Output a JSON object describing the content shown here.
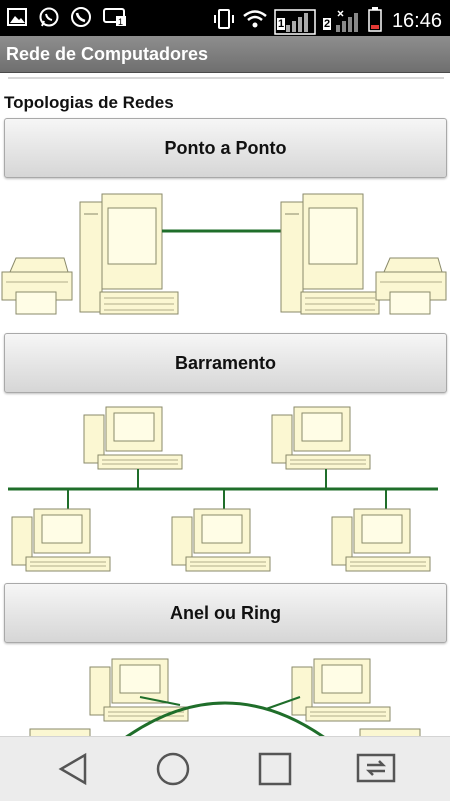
{
  "status_bar": {
    "time": "16:46",
    "sim1": "1",
    "sim2": "2",
    "icons": [
      "gallery-icon",
      "whatsapp-icon",
      "phone-icon",
      "message-icon",
      "vibrate-icon",
      "wifi-icon",
      "signal-sim1-icon",
      "signal-sim2-icon",
      "battery-icon"
    ]
  },
  "app": {
    "title": "Rede de Computadores"
  },
  "content": {
    "section_title": "Topologias de Redes",
    "topologies": [
      {
        "label": "Ponto a Ponto",
        "diagram": "point-to-point-diagram"
      },
      {
        "label": "Barramento",
        "diagram": "bus-diagram"
      },
      {
        "label": "Anel ou Ring",
        "diagram": "ring-diagram"
      }
    ]
  },
  "nav_bar": {
    "icons": [
      "back-icon",
      "home-icon",
      "recents-icon",
      "dual-window-icon"
    ]
  },
  "colors": {
    "status_bg": "#000000",
    "title_bg": "#7a7a7a",
    "computer_fill": "#fbf7d2",
    "computer_stroke": "#8a8a6a",
    "network_line": "#1f6e2a"
  }
}
